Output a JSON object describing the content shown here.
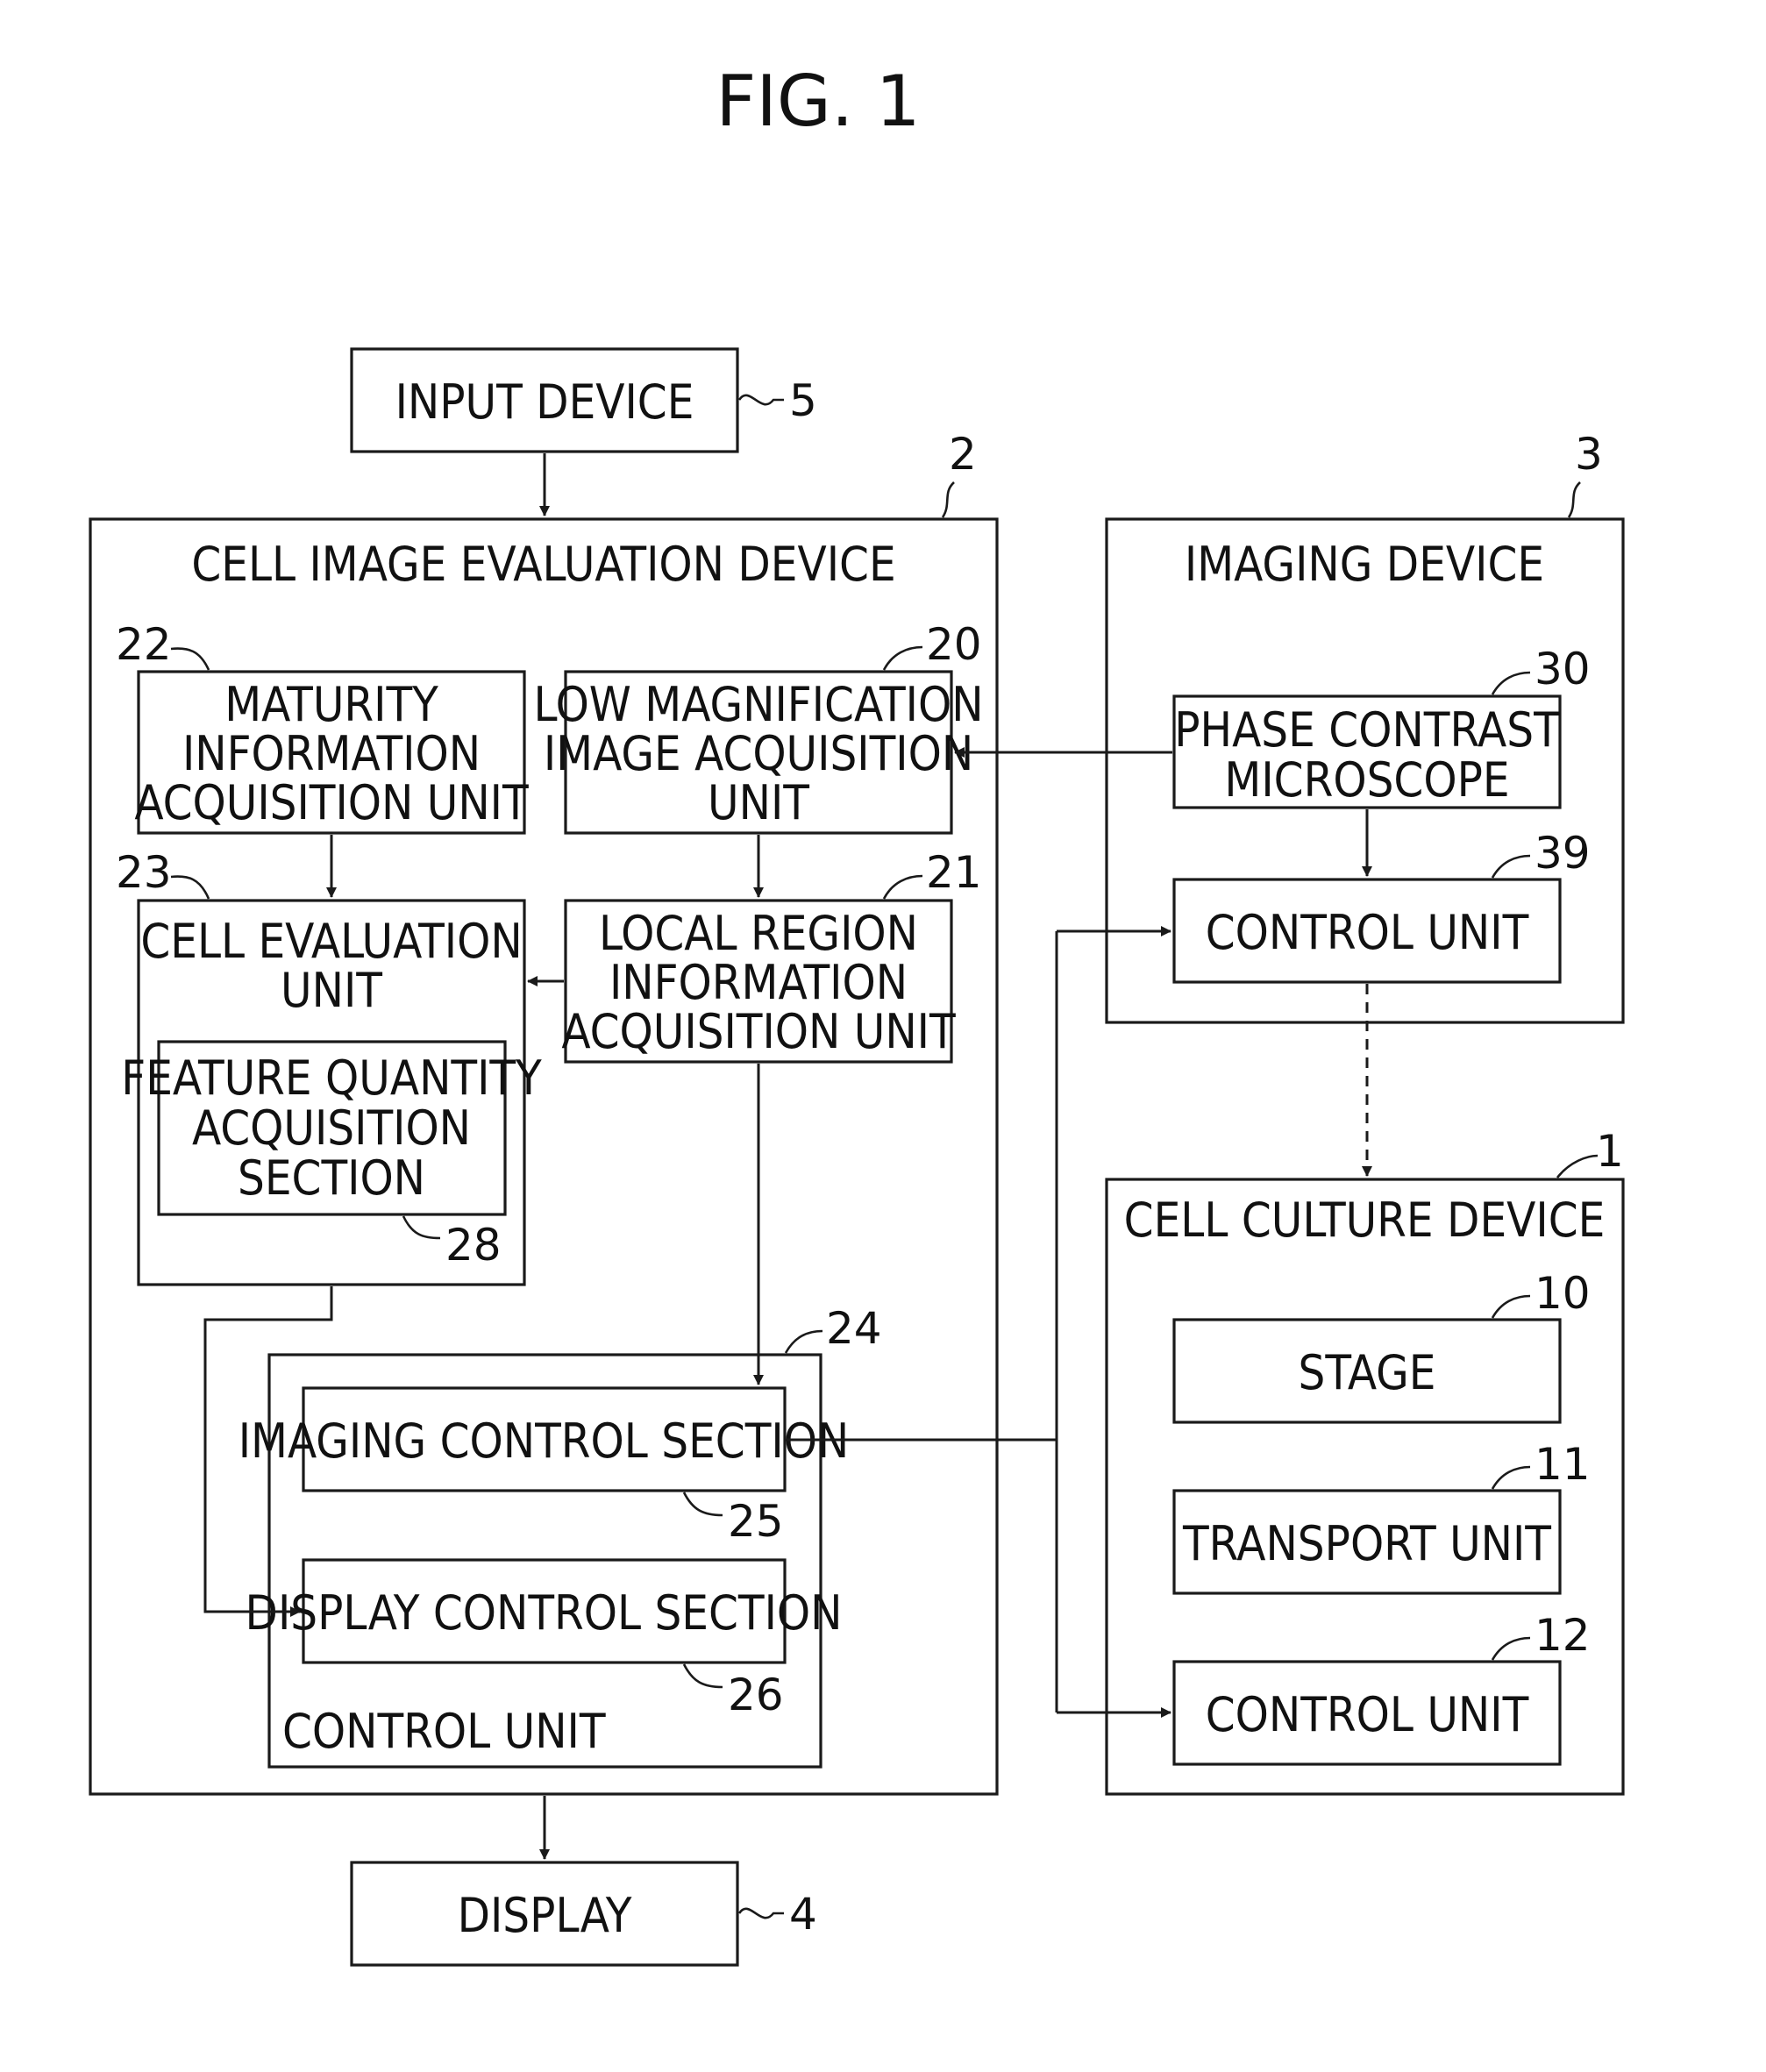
{
  "figure_title": "FIG. 1",
  "nodes": {
    "input_device": {
      "label": [
        "INPUT DEVICE"
      ],
      "ref": "5"
    },
    "cell_image_evaluation_device": {
      "label": [
        "CELL IMAGE EVALUATION DEVICE"
      ],
      "ref": "2"
    },
    "maturity_information_acquisition_unit": {
      "label": [
        "MATURITY",
        "INFORMATION",
        "ACQUISITION UNIT"
      ],
      "ref": "22"
    },
    "low_magnification_image_acquisition_unit": {
      "label": [
        "LOW MAGNIFICATION",
        "IMAGE ACQUISITION",
        "UNIT"
      ],
      "ref": "20"
    },
    "cell_evaluation_unit": {
      "label": [
        "CELL EVALUATION",
        "UNIT"
      ],
      "ref": "23"
    },
    "feature_quantity_acquisition_section": {
      "label": [
        "FEATURE QUANTITY",
        "ACQUISITION",
        "SECTION"
      ],
      "ref": "28"
    },
    "local_region_information_acquisition_unit": {
      "label": [
        "LOCAL REGION",
        "INFORMATION",
        "ACQUISITION UNIT"
      ],
      "ref": "21"
    },
    "control_unit_24": {
      "label": [
        "CONTROL UNIT"
      ],
      "ref": "24"
    },
    "imaging_control_section": {
      "label": [
        "IMAGING CONTROL SECTION"
      ],
      "ref": "25"
    },
    "display_control_section": {
      "label": [
        "DISPLAY CONTROL SECTION"
      ],
      "ref": "26"
    },
    "imaging_device": {
      "label": [
        "IMAGING DEVICE"
      ],
      "ref": "3"
    },
    "phase_contrast_microscope": {
      "label": [
        "PHASE CONTRAST",
        "MICROSCOPE"
      ],
      "ref": "30"
    },
    "control_unit_39": {
      "label": [
        "CONTROL UNIT"
      ],
      "ref": "39"
    },
    "cell_culture_device": {
      "label": [
        "CELL CULTURE DEVICE"
      ],
      "ref": "1"
    },
    "stage": {
      "label": [
        "STAGE"
      ],
      "ref": "10"
    },
    "transport_unit": {
      "label": [
        "TRANSPORT UNIT"
      ],
      "ref": "11"
    },
    "control_unit_12": {
      "label": [
        "CONTROL UNIT"
      ],
      "ref": "12"
    },
    "display": {
      "label": [
        "DISPLAY"
      ],
      "ref": "4"
    }
  },
  "edges": [
    {
      "from": "input_device",
      "to": "cell_image_evaluation_device",
      "style": "solid-arrow"
    },
    {
      "from": "phase_contrast_microscope",
      "to": "low_magnification_image_acquisition_unit",
      "style": "solid-arrow"
    },
    {
      "from": "maturity_information_acquisition_unit",
      "to": "cell_evaluation_unit",
      "style": "solid-arrow"
    },
    {
      "from": "low_magnification_image_acquisition_unit",
      "to": "local_region_information_acquisition_unit",
      "style": "solid-arrow"
    },
    {
      "from": "local_region_information_acquisition_unit",
      "to": "cell_evaluation_unit",
      "style": "solid-arrow"
    },
    {
      "from": "local_region_information_acquisition_unit",
      "to": "imaging_control_section",
      "style": "solid-arrow"
    },
    {
      "from": "cell_evaluation_unit",
      "to": "display_control_section",
      "style": "solid-arrow"
    },
    {
      "from": "imaging_control_section",
      "to": "control_unit_39",
      "style": "solid-arrow"
    },
    {
      "from": "imaging_control_section",
      "to": "control_unit_12",
      "style": "solid-arrow"
    },
    {
      "from": "phase_contrast_microscope",
      "to": "control_unit_39",
      "style": "solid-arrow"
    },
    {
      "from": "control_unit_39",
      "to": "cell_culture_device",
      "style": "dashed-arrow"
    },
    {
      "from": "cell_image_evaluation_device",
      "to": "display",
      "style": "solid-arrow"
    }
  ]
}
